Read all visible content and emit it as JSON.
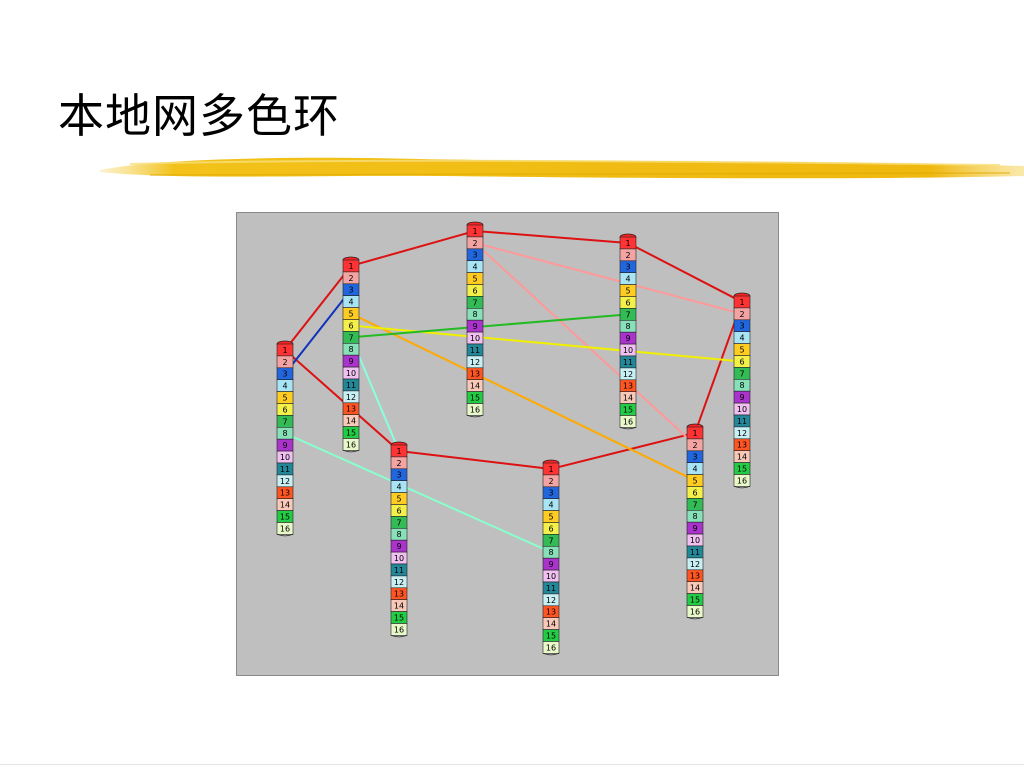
{
  "slide": {
    "title": "本地网多色环"
  },
  "diagram": {
    "ring_labels": [
      "1",
      "2",
      "3",
      "4",
      "5",
      "6",
      "7",
      "8",
      "9",
      "10",
      "11",
      "12",
      "13",
      "14",
      "15",
      "16"
    ],
    "ring_colors": [
      "#ff3333",
      "#f4a3a3",
      "#2266dd",
      "#a8e4f4",
      "#ffcc22",
      "#f4f04a",
      "#33bb55",
      "#88e0b8",
      "#aa33cc",
      "#f0c0f0",
      "#228899",
      "#c8f0f4",
      "#ff5522",
      "#f8c8b8",
      "#22cc44",
      "#e8f8c8"
    ],
    "columns": [
      {
        "id": "a",
        "rings": 16
      },
      {
        "id": "b",
        "rings": 16
      },
      {
        "id": "c",
        "rings": 16
      },
      {
        "id": "d",
        "rings": 16
      },
      {
        "id": "e",
        "rings": 16
      },
      {
        "id": "f",
        "rings": 16
      },
      {
        "id": "g",
        "rings": 16
      },
      {
        "id": "h",
        "rings": 16
      }
    ],
    "links": [
      {
        "from": "a",
        "to": "b",
        "from_ring": 1,
        "to_ring": 1,
        "color": "#dd1111"
      },
      {
        "from": "b",
        "to": "c",
        "from_ring": 1,
        "to_ring": 1,
        "color": "#dd1111"
      },
      {
        "from": "c",
        "to": "d",
        "from_ring": 1,
        "to_ring": 1,
        "color": "#dd1111"
      },
      {
        "from": "d",
        "to": "e",
        "from_ring": 1,
        "to_ring": 1,
        "color": "#dd1111"
      },
      {
        "from": "e",
        "to": "f",
        "from_ring": 1,
        "to_ring": 1,
        "color": "#dd1111"
      },
      {
        "from": "f",
        "to": "g",
        "from_ring": 1,
        "to_ring": 1,
        "color": "#dd1111"
      },
      {
        "from": "g",
        "to": "h",
        "from_ring": 1,
        "to_ring": 1,
        "color": "#dd1111"
      },
      {
        "from": "h",
        "to": "a",
        "from_ring": 1,
        "to_ring": 1,
        "color": "#dd1111"
      },
      {
        "from": "c",
        "to": "e",
        "from_ring": 2,
        "to_ring": 2,
        "color": "#ff9999"
      },
      {
        "from": "c",
        "to": "f",
        "from_ring": 2,
        "to_ring": 2,
        "color": "#ff9999"
      },
      {
        "from": "a",
        "to": "b",
        "from_ring": 3,
        "to_ring": 3,
        "color": "#1133bb"
      },
      {
        "from": "b",
        "to": "f",
        "from_ring": 5,
        "to_ring": 5,
        "color": "#ffaa00"
      },
      {
        "from": "b",
        "to": "e",
        "from_ring": 6,
        "to_ring": 6,
        "color": "#f0f000"
      },
      {
        "from": "b",
        "to": "d",
        "from_ring": 7,
        "to_ring": 7,
        "color": "#22bb22"
      },
      {
        "from": "b",
        "to": "h",
        "from_ring": 7,
        "to_ring": 1,
        "color": "#88ffdd"
      },
      {
        "from": "a",
        "to": "g",
        "from_ring": 8,
        "to_ring": 8,
        "color": "#88ffcc"
      }
    ]
  }
}
